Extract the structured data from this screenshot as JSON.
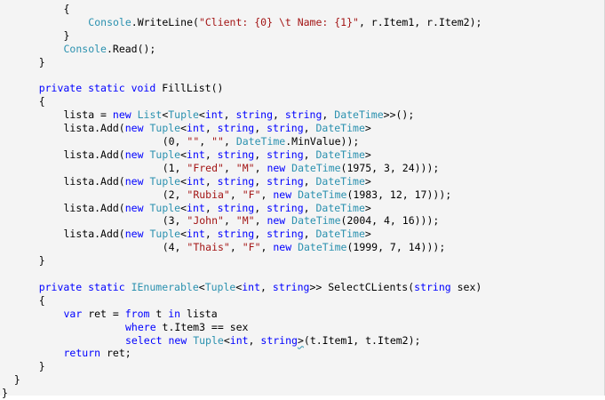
{
  "editor": {
    "lines": [
      {
        "indent": 10,
        "tokens": [
          {
            "t": "{",
            "c": "pl"
          }
        ]
      },
      {
        "indent": 14,
        "tokens": [
          {
            "t": "Console",
            "c": "ty"
          },
          {
            "t": ".WriteLine(",
            "c": "pl"
          },
          {
            "t": "\"Client: {0} \\t Name: {1}\"",
            "c": "str"
          },
          {
            "t": ", r.Item1, r.Item2);",
            "c": "pl"
          }
        ]
      },
      {
        "indent": 10,
        "tokens": [
          {
            "t": "}",
            "c": "pl"
          }
        ]
      },
      {
        "indent": 10,
        "tokens": [
          {
            "t": "Console",
            "c": "ty"
          },
          {
            "t": ".Read();",
            "c": "pl"
          }
        ]
      },
      {
        "indent": 6,
        "tokens": [
          {
            "t": "}",
            "c": "pl"
          }
        ]
      },
      {
        "indent": 0,
        "tokens": []
      },
      {
        "indent": 6,
        "tokens": [
          {
            "t": "private",
            "c": "kw"
          },
          {
            "t": " ",
            "c": "pl"
          },
          {
            "t": "static",
            "c": "kw"
          },
          {
            "t": " ",
            "c": "pl"
          },
          {
            "t": "void",
            "c": "kw"
          },
          {
            "t": " FillList()",
            "c": "pl"
          }
        ]
      },
      {
        "indent": 6,
        "tokens": [
          {
            "t": "{",
            "c": "pl"
          }
        ]
      },
      {
        "indent": 10,
        "tokens": [
          {
            "t": "lista = ",
            "c": "pl"
          },
          {
            "t": "new",
            "c": "kw"
          },
          {
            "t": " ",
            "c": "pl"
          },
          {
            "t": "List",
            "c": "ty"
          },
          {
            "t": "<",
            "c": "pl"
          },
          {
            "t": "Tuple",
            "c": "ty"
          },
          {
            "t": "<",
            "c": "pl"
          },
          {
            "t": "int",
            "c": "kw"
          },
          {
            "t": ", ",
            "c": "pl"
          },
          {
            "t": "string",
            "c": "kw"
          },
          {
            "t": ", ",
            "c": "pl"
          },
          {
            "t": "string",
            "c": "kw"
          },
          {
            "t": ", ",
            "c": "pl"
          },
          {
            "t": "DateTime",
            "c": "ty"
          },
          {
            "t": ">>();",
            "c": "pl"
          }
        ]
      },
      {
        "indent": 10,
        "tokens": [
          {
            "t": "lista.Add(",
            "c": "pl"
          },
          {
            "t": "new",
            "c": "kw"
          },
          {
            "t": " ",
            "c": "pl"
          },
          {
            "t": "Tuple",
            "c": "ty"
          },
          {
            "t": "<",
            "c": "pl"
          },
          {
            "t": "int",
            "c": "kw"
          },
          {
            "t": ", ",
            "c": "pl"
          },
          {
            "t": "string",
            "c": "kw"
          },
          {
            "t": ", ",
            "c": "pl"
          },
          {
            "t": "string",
            "c": "kw"
          },
          {
            "t": ", ",
            "c": "pl"
          },
          {
            "t": "DateTime",
            "c": "ty"
          },
          {
            "t": ">",
            "c": "pl"
          }
        ]
      },
      {
        "indent": 26,
        "tokens": [
          {
            "t": "(0, ",
            "c": "pl"
          },
          {
            "t": "\"\"",
            "c": "str"
          },
          {
            "t": ", ",
            "c": "pl"
          },
          {
            "t": "\"\"",
            "c": "str"
          },
          {
            "t": ", ",
            "c": "pl"
          },
          {
            "t": "DateTime",
            "c": "ty"
          },
          {
            "t": ".MinValue));",
            "c": "pl"
          }
        ]
      },
      {
        "indent": 10,
        "tokens": [
          {
            "t": "lista.Add(",
            "c": "pl"
          },
          {
            "t": "new",
            "c": "kw"
          },
          {
            "t": " ",
            "c": "pl"
          },
          {
            "t": "Tuple",
            "c": "ty"
          },
          {
            "t": "<",
            "c": "pl"
          },
          {
            "t": "int",
            "c": "kw"
          },
          {
            "t": ", ",
            "c": "pl"
          },
          {
            "t": "string",
            "c": "kw"
          },
          {
            "t": ", ",
            "c": "pl"
          },
          {
            "t": "string",
            "c": "kw"
          },
          {
            "t": ", ",
            "c": "pl"
          },
          {
            "t": "DateTime",
            "c": "ty"
          },
          {
            "t": ">",
            "c": "pl"
          }
        ]
      },
      {
        "indent": 26,
        "tokens": [
          {
            "t": "(1, ",
            "c": "pl"
          },
          {
            "t": "\"Fred\"",
            "c": "str"
          },
          {
            "t": ", ",
            "c": "pl"
          },
          {
            "t": "\"M\"",
            "c": "str"
          },
          {
            "t": ", ",
            "c": "pl"
          },
          {
            "t": "new",
            "c": "kw"
          },
          {
            "t": " ",
            "c": "pl"
          },
          {
            "t": "DateTime",
            "c": "ty"
          },
          {
            "t": "(1975, 3, 24)));",
            "c": "pl"
          }
        ]
      },
      {
        "indent": 10,
        "tokens": [
          {
            "t": "lista.Add(",
            "c": "pl"
          },
          {
            "t": "new",
            "c": "kw"
          },
          {
            "t": " ",
            "c": "pl"
          },
          {
            "t": "Tuple",
            "c": "ty"
          },
          {
            "t": "<",
            "c": "pl"
          },
          {
            "t": "int",
            "c": "kw"
          },
          {
            "t": ", ",
            "c": "pl"
          },
          {
            "t": "string",
            "c": "kw"
          },
          {
            "t": ", ",
            "c": "pl"
          },
          {
            "t": "string",
            "c": "kw"
          },
          {
            "t": ", ",
            "c": "pl"
          },
          {
            "t": "DateTime",
            "c": "ty"
          },
          {
            "t": ">",
            "c": "pl"
          }
        ]
      },
      {
        "indent": 26,
        "tokens": [
          {
            "t": "(2, ",
            "c": "pl"
          },
          {
            "t": "\"Rubia\"",
            "c": "str"
          },
          {
            "t": ", ",
            "c": "pl"
          },
          {
            "t": "\"F\"",
            "c": "str"
          },
          {
            "t": ", ",
            "c": "pl"
          },
          {
            "t": "new",
            "c": "kw"
          },
          {
            "t": " ",
            "c": "pl"
          },
          {
            "t": "DateTime",
            "c": "ty"
          },
          {
            "t": "(1983, 12, 17)));",
            "c": "pl"
          }
        ]
      },
      {
        "indent": 10,
        "tokens": [
          {
            "t": "lista.Add(",
            "c": "pl"
          },
          {
            "t": "new",
            "c": "kw"
          },
          {
            "t": " ",
            "c": "pl"
          },
          {
            "t": "Tuple",
            "c": "ty"
          },
          {
            "t": "<",
            "c": "pl"
          },
          {
            "t": "int",
            "c": "kw"
          },
          {
            "t": ", ",
            "c": "pl"
          },
          {
            "t": "string",
            "c": "kw"
          },
          {
            "t": ", ",
            "c": "pl"
          },
          {
            "t": "string",
            "c": "kw"
          },
          {
            "t": ", ",
            "c": "pl"
          },
          {
            "t": "DateTime",
            "c": "ty"
          },
          {
            "t": ">",
            "c": "pl"
          }
        ]
      },
      {
        "indent": 26,
        "tokens": [
          {
            "t": "(3, ",
            "c": "pl"
          },
          {
            "t": "\"John\"",
            "c": "str"
          },
          {
            "t": ", ",
            "c": "pl"
          },
          {
            "t": "\"M\"",
            "c": "str"
          },
          {
            "t": ", ",
            "c": "pl"
          },
          {
            "t": "new",
            "c": "kw"
          },
          {
            "t": " ",
            "c": "pl"
          },
          {
            "t": "DateTime",
            "c": "ty"
          },
          {
            "t": "(2004, 4, 16)));",
            "c": "pl"
          }
        ]
      },
      {
        "indent": 10,
        "tokens": [
          {
            "t": "lista.Add(",
            "c": "pl"
          },
          {
            "t": "new",
            "c": "kw"
          },
          {
            "t": " ",
            "c": "pl"
          },
          {
            "t": "Tuple",
            "c": "ty"
          },
          {
            "t": "<",
            "c": "pl"
          },
          {
            "t": "int",
            "c": "kw"
          },
          {
            "t": ", ",
            "c": "pl"
          },
          {
            "t": "string",
            "c": "kw"
          },
          {
            "t": ", ",
            "c": "pl"
          },
          {
            "t": "string",
            "c": "kw"
          },
          {
            "t": ", ",
            "c": "pl"
          },
          {
            "t": "DateTime",
            "c": "ty"
          },
          {
            "t": ">",
            "c": "pl"
          }
        ]
      },
      {
        "indent": 26,
        "tokens": [
          {
            "t": "(4, ",
            "c": "pl"
          },
          {
            "t": "\"Thais\"",
            "c": "str"
          },
          {
            "t": ", ",
            "c": "pl"
          },
          {
            "t": "\"F\"",
            "c": "str"
          },
          {
            "t": ", ",
            "c": "pl"
          },
          {
            "t": "new",
            "c": "kw"
          },
          {
            "t": " ",
            "c": "pl"
          },
          {
            "t": "DateTime",
            "c": "ty"
          },
          {
            "t": "(1999, 7, 14)));",
            "c": "pl"
          }
        ]
      },
      {
        "indent": 6,
        "tokens": [
          {
            "t": "}",
            "c": "pl"
          }
        ]
      },
      {
        "indent": 0,
        "tokens": []
      },
      {
        "indent": 6,
        "tokens": [
          {
            "t": "private",
            "c": "kw"
          },
          {
            "t": " ",
            "c": "pl"
          },
          {
            "t": "static",
            "c": "kw"
          },
          {
            "t": " ",
            "c": "pl"
          },
          {
            "t": "IEnumerable",
            "c": "ty"
          },
          {
            "t": "<",
            "c": "pl"
          },
          {
            "t": "Tuple",
            "c": "ty"
          },
          {
            "t": "<",
            "c": "pl"
          },
          {
            "t": "int",
            "c": "kw"
          },
          {
            "t": ", ",
            "c": "pl"
          },
          {
            "t": "string",
            "c": "kw"
          },
          {
            "t": ">> SelectCLients(",
            "c": "pl"
          },
          {
            "t": "string",
            "c": "kw"
          },
          {
            "t": " sex)",
            "c": "pl"
          }
        ]
      },
      {
        "indent": 6,
        "tokens": [
          {
            "t": "{",
            "c": "pl"
          }
        ]
      },
      {
        "indent": 10,
        "tokens": [
          {
            "t": "var",
            "c": "kw"
          },
          {
            "t": " ret = ",
            "c": "pl"
          },
          {
            "t": "from",
            "c": "kw"
          },
          {
            "t": " t ",
            "c": "pl"
          },
          {
            "t": "in",
            "c": "kw"
          },
          {
            "t": " lista",
            "c": "pl"
          }
        ]
      },
      {
        "indent": 20,
        "tokens": [
          {
            "t": "where",
            "c": "kw"
          },
          {
            "t": " t.Item3 == sex",
            "c": "pl"
          }
        ]
      },
      {
        "indent": 20,
        "tokens": [
          {
            "t": "select",
            "c": "kw"
          },
          {
            "t": " ",
            "c": "pl"
          },
          {
            "t": "new",
            "c": "kw"
          },
          {
            "t": " ",
            "c": "pl"
          },
          {
            "t": "Tuple",
            "c": "ty"
          },
          {
            "t": "<",
            "c": "pl"
          },
          {
            "t": "int",
            "c": "kw"
          },
          {
            "t": ", ",
            "c": "pl"
          },
          {
            "t": "string",
            "c": "kw"
          },
          {
            "t": ">",
            "c": "pl",
            "squiggle": true
          },
          {
            "t": "(t.Item1, t.Item2);",
            "c": "pl"
          }
        ]
      },
      {
        "indent": 10,
        "tokens": [
          {
            "t": "return",
            "c": "kw"
          },
          {
            "t": " ret;",
            "c": "pl"
          }
        ]
      },
      {
        "indent": 6,
        "tokens": [
          {
            "t": "}",
            "c": "pl"
          }
        ]
      },
      {
        "indent": 2,
        "tokens": [
          {
            "t": "}",
            "c": "pl"
          }
        ]
      },
      {
        "indent": 0,
        "tokens": [
          {
            "t": "}",
            "c": "pl"
          }
        ]
      }
    ]
  }
}
